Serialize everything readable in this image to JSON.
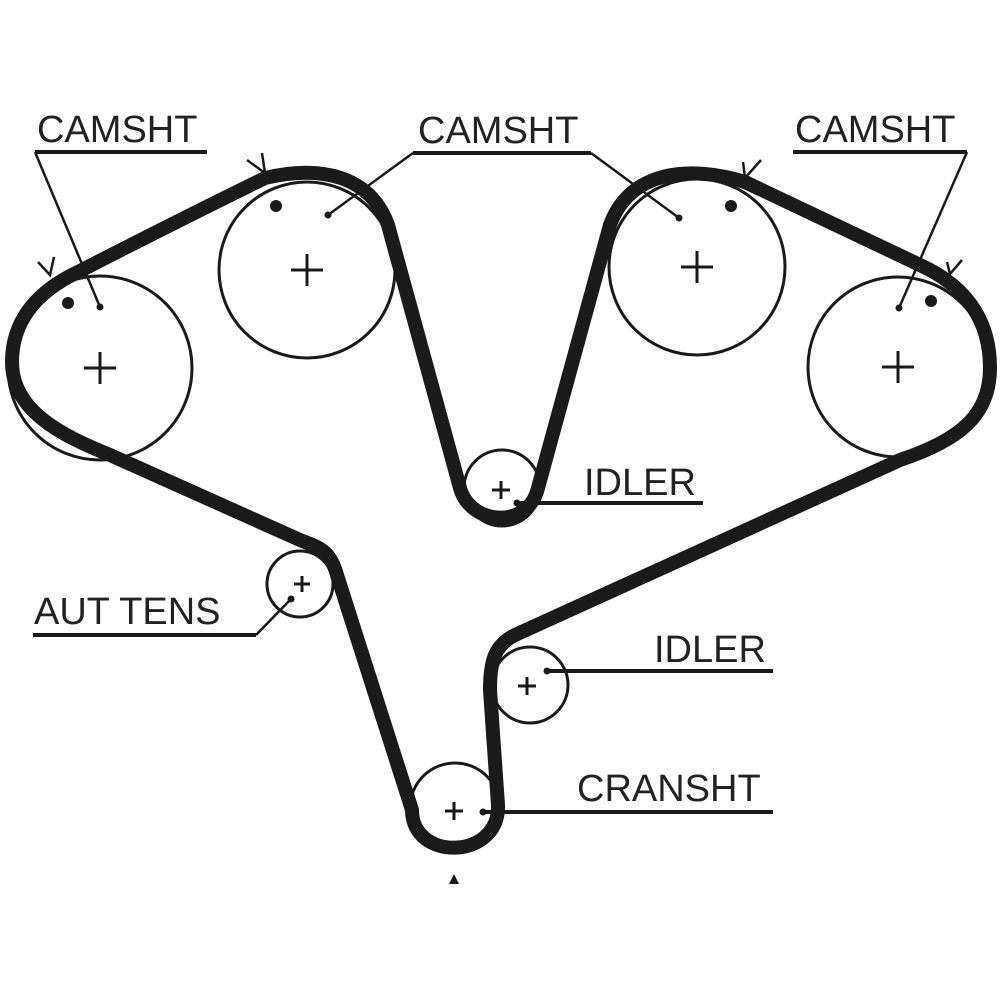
{
  "diagram": {
    "type": "timing-belt-routing",
    "colors": {
      "line": "#1a1a1a",
      "text": "#222222",
      "background": "#ffffff"
    },
    "labels": {
      "camshaft_left": "CAMSHT",
      "camshaft_center": "CAMSHT",
      "camshaft_right": "CAMSHT",
      "idler_upper": "IDLER",
      "idler_lower": "IDLER",
      "auto_tensioner": "AUT TENS",
      "crankshaft": "CRANSHT"
    },
    "components": [
      {
        "id": "camshaft-1",
        "kind": "camshaft",
        "label_ref": "camshaft_left"
      },
      {
        "id": "camshaft-2",
        "kind": "camshaft",
        "label_ref": "camshaft_center"
      },
      {
        "id": "camshaft-3",
        "kind": "camshaft",
        "label_ref": "camshaft_center"
      },
      {
        "id": "camshaft-4",
        "kind": "camshaft",
        "label_ref": "camshaft_right"
      },
      {
        "id": "idler-1",
        "kind": "idler",
        "label_ref": "idler_upper"
      },
      {
        "id": "tensioner",
        "kind": "automatic-tensioner",
        "label_ref": "auto_tensioner"
      },
      {
        "id": "idler-2",
        "kind": "idler",
        "label_ref": "idler_lower"
      },
      {
        "id": "crankshaft",
        "kind": "crankshaft",
        "label_ref": "crankshaft"
      }
    ]
  }
}
